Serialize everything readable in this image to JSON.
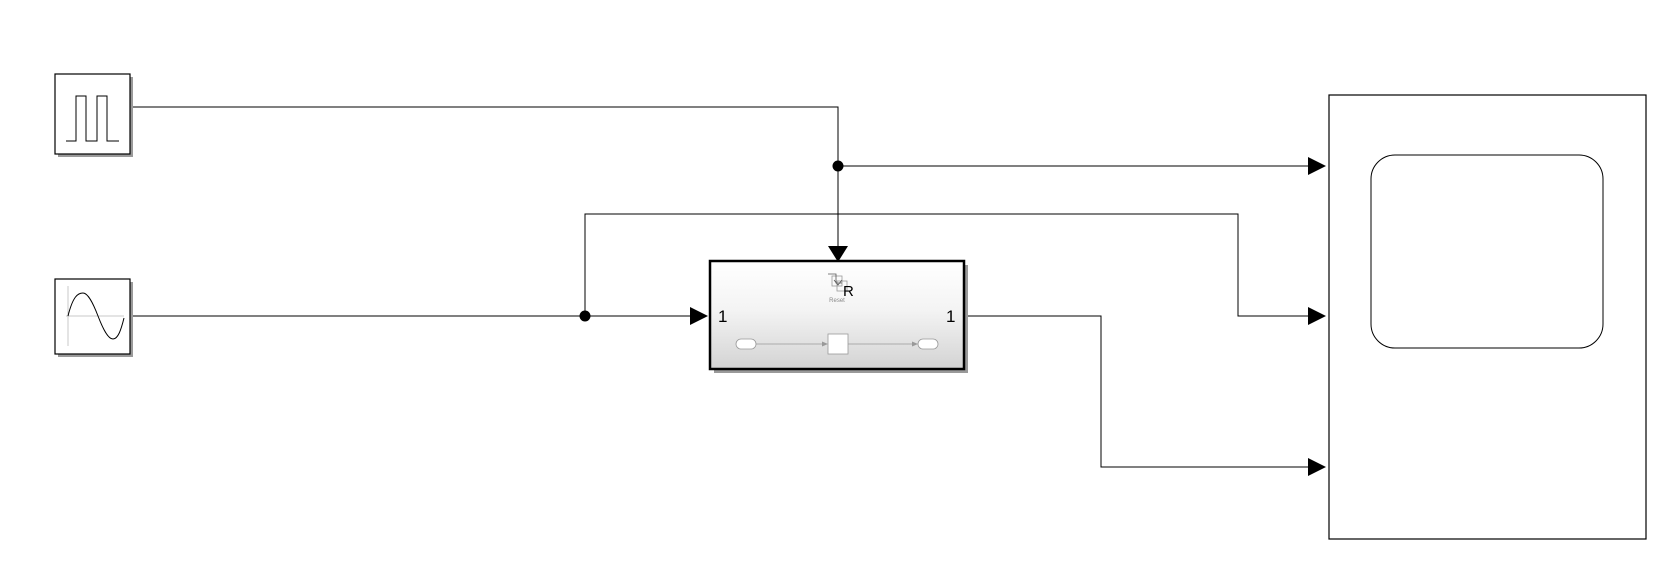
{
  "model": {
    "blocks": {
      "pulse_generator": {
        "icon": "pulse-wave-icon"
      },
      "sine_wave": {
        "icon": "sine-wave-icon"
      },
      "subsystem": {
        "input_port_label": "1",
        "output_port_label": "1",
        "reset_trigger_label": "R",
        "reset_caption": "Reset",
        "icon": "resettable-subsystem-icon"
      },
      "scope": {
        "icon": "scope-screen-icon"
      }
    }
  }
}
